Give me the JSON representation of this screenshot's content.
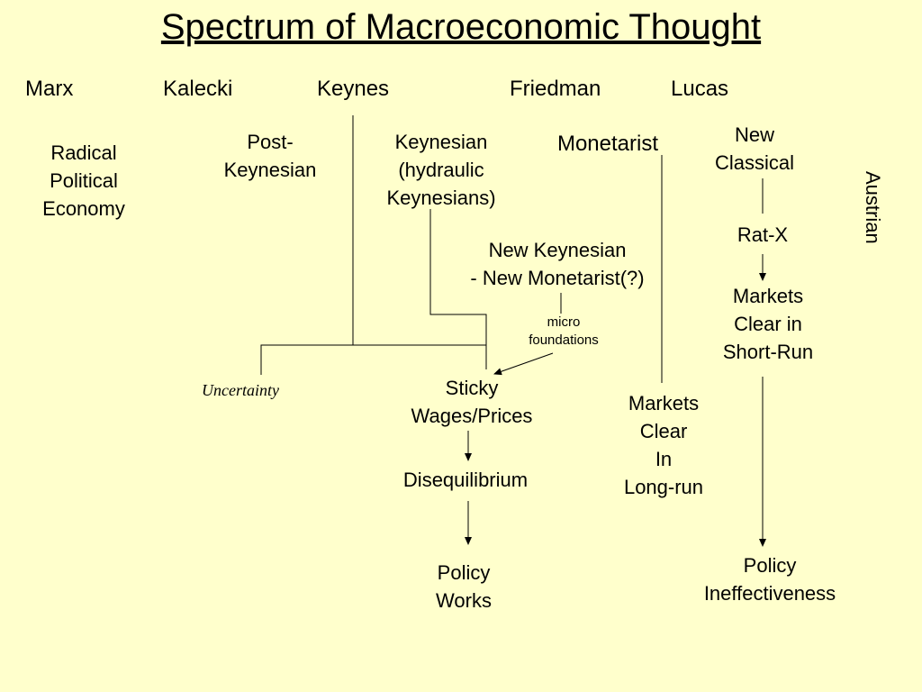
{
  "title": "Spectrum of Macroeconomic Thought",
  "economists": [
    "Marx",
    "Kalecki",
    "Keynes",
    "Friedman",
    "Lucas"
  ],
  "schools": {
    "radical": [
      "Radical",
      "Political",
      "Economy"
    ],
    "post_keynesian": [
      "Post-",
      "Keynesian"
    ],
    "keynesian": [
      "Keynesian",
      "(hydraulic",
      "Keynesians)"
    ],
    "monetarist": "Monetarist",
    "new_classical": [
      "New",
      "Classical"
    ],
    "austrian": "Austrian",
    "new_keynesian": [
      "New Keynesian",
      "- New Monetarist(?)"
    ]
  },
  "concepts": {
    "rat_x": "Rat-X",
    "markets_clear_short": [
      "Markets",
      "Clear in",
      "Short-Run"
    ],
    "micro_foundations": [
      "micro",
      "foundations"
    ],
    "uncertainty": "Uncertainty",
    "sticky": [
      "Sticky",
      "Wages/Prices"
    ],
    "disequilibrium": "Disequilibrium",
    "markets_clear_long": [
      "Markets",
      "Clear",
      "In",
      "Long-run"
    ],
    "policy_works": [
      "Policy",
      "Works"
    ],
    "policy_ineffectiveness": [
      "Policy",
      "Ineffectiveness"
    ]
  }
}
